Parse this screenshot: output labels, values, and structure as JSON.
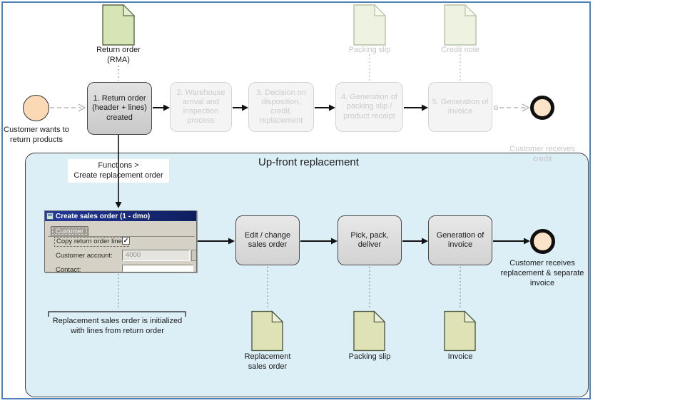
{
  "colors": {
    "frame_border": "#4f81bd",
    "container_fill": "#dceff6",
    "container_border": "#3f3f3f",
    "active_box_fill": "#d9d9d9",
    "faded_box_fill": "#f4f4f4",
    "faded_text": "#c6c6c6",
    "doc_green_fill": "#d5e5b5",
    "doc_green_border": "#5a6b48",
    "doc_faded_fill": "#edf2e1",
    "doc_khaki_fill": "#dfe2b4",
    "event_fill": "#fcd9b5",
    "dialog_titlebar": "#16265e",
    "text_dark": "#1a1a1a"
  },
  "icons": {
    "checkmark": "✓"
  },
  "top_flow": {
    "start_event": {
      "label": "Customer wants to return products"
    },
    "steps": [
      {
        "label": "1. Return order (header + lines) created"
      },
      {
        "label": "2. Warehouse arrival and inspection process"
      },
      {
        "label": "3. Decision on disposition, credit, replacement"
      },
      {
        "label": "4. Generation of packing slip / product receipt"
      },
      {
        "label": "5. Generation of invoice"
      }
    ],
    "end_event": {
      "label": "Customer receives credit"
    },
    "documents": [
      {
        "label": "Return order (RMA)"
      },
      {
        "label": "Packing slip"
      },
      {
        "label": "Credit note"
      }
    ]
  },
  "replacement_section": {
    "title": "Up-front replacement",
    "trigger": {
      "line1": "Functions >",
      "line2": "Create replacement order"
    },
    "dialog": {
      "title": "Create sales order (1 - dmo)",
      "tab": "Customer",
      "checkbox_label": "Copy return order lines:",
      "checkbox_checked": true,
      "account_label": "Customer account:",
      "account_value": "4000",
      "contact_label": "Contact:",
      "contact_value": ""
    },
    "annotation": "Replacement sales order is initialized with lines from return order",
    "steps": [
      {
        "label": "Edit / change sales order"
      },
      {
        "label": "Pick, pack, deliver"
      },
      {
        "label": "Generation of invoice"
      }
    ],
    "end_event": {
      "label": "Customer receives replacement & separate invoice"
    },
    "documents": [
      {
        "label": "Replacement sales order"
      },
      {
        "label": "Packing slip"
      },
      {
        "label": "Invoice"
      }
    ]
  }
}
